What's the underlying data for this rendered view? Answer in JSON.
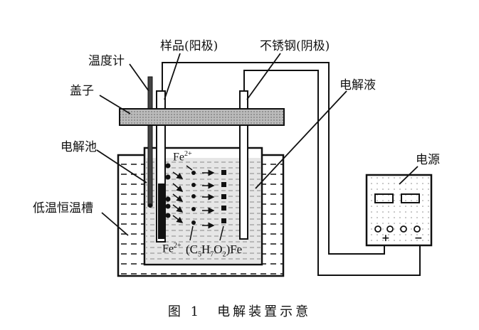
{
  "labels": {
    "sample": "样品(阳极)",
    "steel": "不锈钢(阴极)",
    "thermometer": "温度计",
    "lid": "盖子",
    "electrolyte": "电解液",
    "cell": "电解池",
    "power": "电源",
    "bath": "低温恒温槽"
  },
  "chem": {
    "fe_top": "Fe",
    "fe_top_sup": "2+",
    "fe_bottom": "Fe",
    "fe_bottom_sup": "2+",
    "complex": "(C5H7O2)Fe"
  },
  "power_supply": {
    "plus": "+",
    "minus": "−"
  },
  "caption": {
    "figure": "图 1",
    "title": "电解装置示意"
  }
}
